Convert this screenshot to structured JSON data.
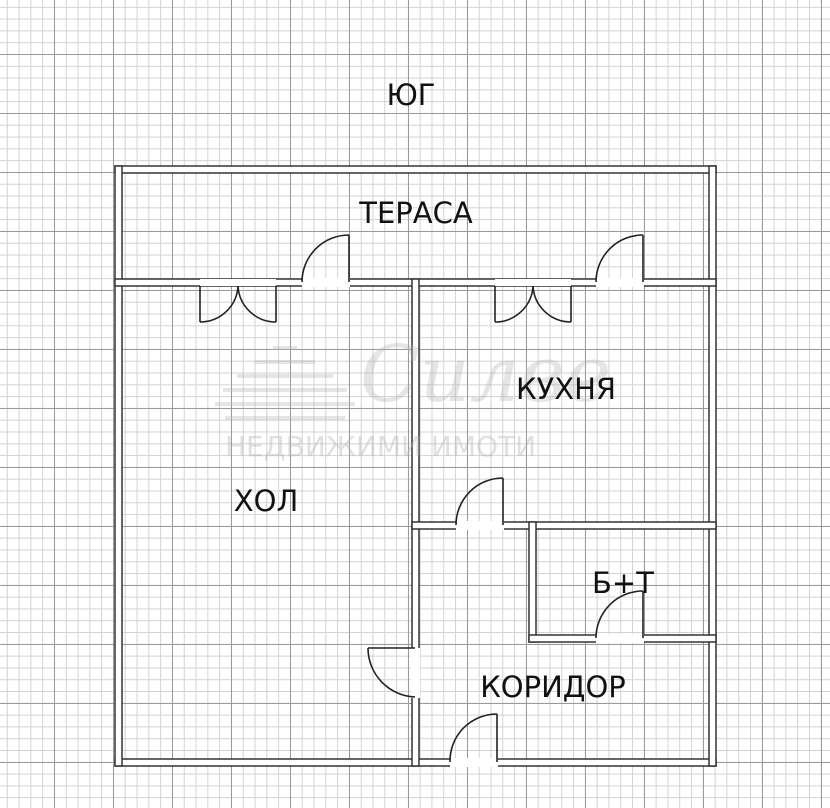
{
  "compass": {
    "label": "ЮГ"
  },
  "rooms": {
    "terrace": "ТЕРАСА",
    "kitchen": "КУХНЯ",
    "hall": "ХОЛ",
    "bathroom": "Б+Т",
    "corridor": "КОРИДОР"
  },
  "watermark": {
    "script": "Силве",
    "subtitle": "НЕДВИЖИМИ ИМОТИ"
  },
  "colors": {
    "wall_fill": "#ffffff",
    "wall_stroke": "#333333",
    "door_stroke": "#222222"
  }
}
